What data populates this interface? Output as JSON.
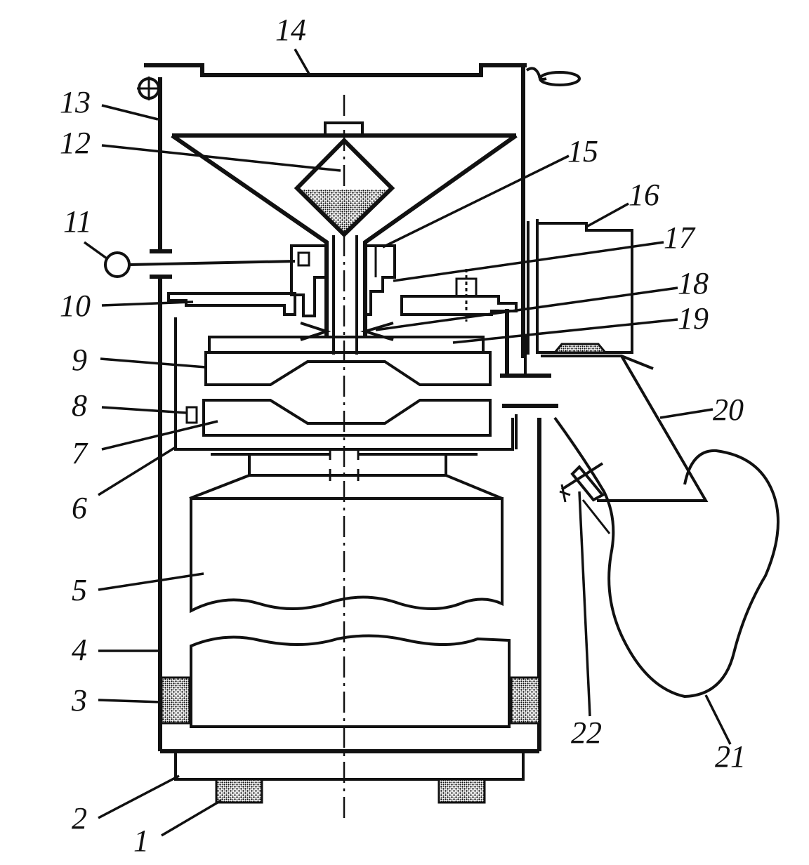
{
  "callouts": [
    {
      "id": "1",
      "text": "1"
    },
    {
      "id": "2",
      "text": "2"
    },
    {
      "id": "3",
      "text": "3"
    },
    {
      "id": "4",
      "text": "4"
    },
    {
      "id": "5",
      "text": "5"
    },
    {
      "id": "6",
      "text": "6"
    },
    {
      "id": "7",
      "text": "7"
    },
    {
      "id": "8",
      "text": "8"
    },
    {
      "id": "9",
      "text": "9"
    },
    {
      "id": "10",
      "text": "10"
    },
    {
      "id": "11",
      "text": "11"
    },
    {
      "id": "12",
      "text": "12"
    },
    {
      "id": "13",
      "text": "13"
    },
    {
      "id": "14",
      "text": "14"
    },
    {
      "id": "15",
      "text": "15"
    },
    {
      "id": "16",
      "text": "16"
    },
    {
      "id": "17",
      "text": "17"
    },
    {
      "id": "18",
      "text": "18"
    },
    {
      "id": "19",
      "text": "19"
    },
    {
      "id": "20",
      "text": "20"
    },
    {
      "id": "21",
      "text": "21"
    },
    {
      "id": "22",
      "text": "22"
    }
  ],
  "colors": {
    "line": "#111111",
    "background": "#ffffff"
  }
}
